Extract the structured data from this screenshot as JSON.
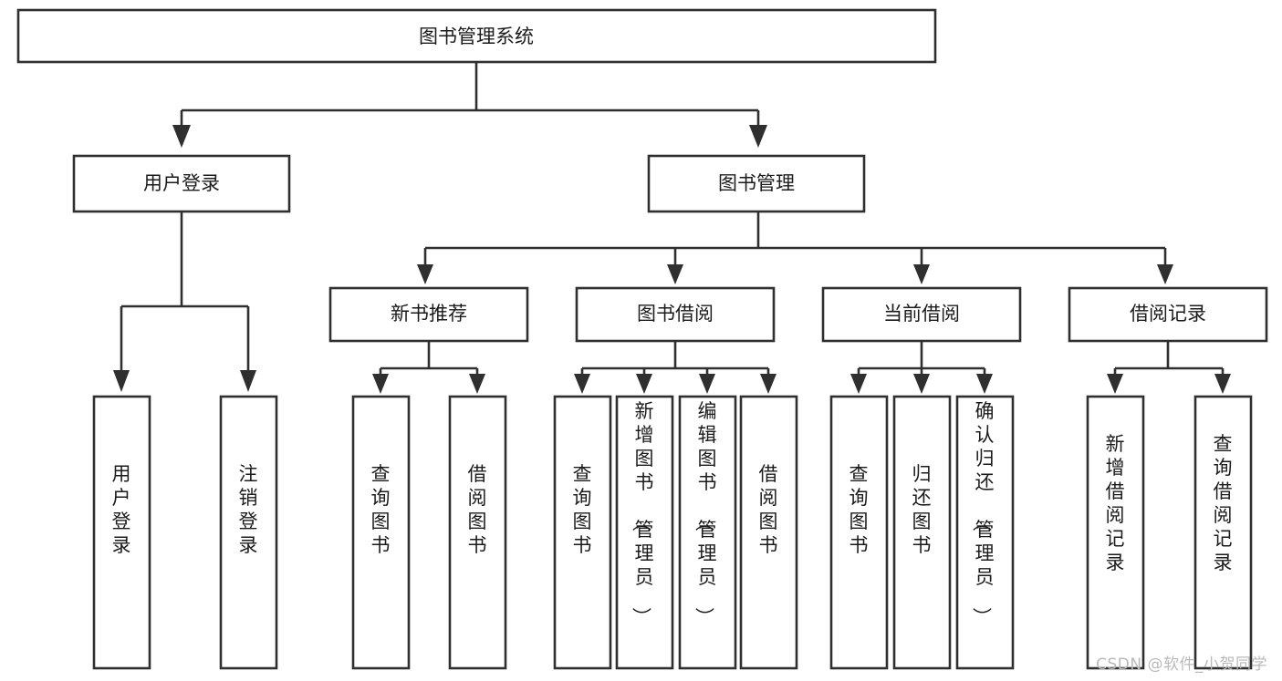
{
  "diagram": {
    "title": "图书管理系统",
    "type": "tree",
    "colors": {
      "box_fill": "#ffffff",
      "box_stroke": "#2f2f2f",
      "text": "#1b1b1b",
      "watermark": "#b9b9b9",
      "background": "#ffffff"
    },
    "root": {
      "label": "图书管理系统"
    },
    "level2": [
      {
        "label": "用户登录"
      },
      {
        "label": "图书管理"
      }
    ],
    "level3": [
      {
        "label": "新书推荐"
      },
      {
        "label": "图书借阅"
      },
      {
        "label": "当前借阅"
      },
      {
        "label": "借阅记录"
      }
    ],
    "leaves": {
      "user_login": [
        {
          "label": "用户登录"
        },
        {
          "label": "注销登录"
        }
      ],
      "new_book_recommend": [
        {
          "label": "查询图书"
        },
        {
          "label": "借阅图书"
        }
      ],
      "book_borrow": [
        {
          "label": "查询图书"
        },
        {
          "label": "新增图书（管理员）"
        },
        {
          "label": "编辑图书（管理员）"
        },
        {
          "label": "借阅图书"
        }
      ],
      "current_borrow": [
        {
          "label": "查询图书"
        },
        {
          "label": "归还图书"
        },
        {
          "label": "确认归还（管理员）"
        }
      ],
      "borrow_record": [
        {
          "label": "新增借阅记录"
        },
        {
          "label": "查询借阅记录"
        }
      ]
    }
  },
  "watermark": {
    "text": "CSDN @软件_小贺同学"
  }
}
